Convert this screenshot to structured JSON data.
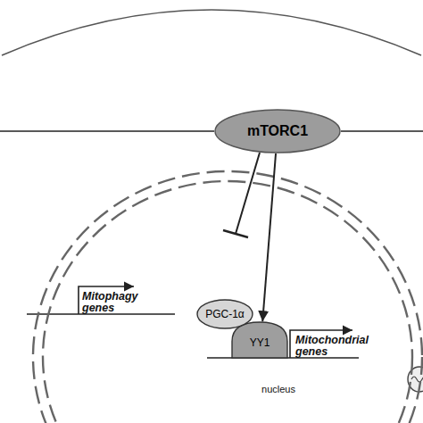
{
  "diagram": {
    "nodes": [
      {
        "text": [
          "mTORC1"
        ]
      },
      {
        "text": [
          "nucleus"
        ]
      },
      {
        "text": [
          "PGC-1α"
        ],
        "in": 1
      },
      {
        "text": [
          "YY1"
        ],
        "in": 1
      }
    ],
    "edges": [
      {
        "from": 0,
        "to": 3,
        "arrow": "to"
      }
    ],
    "labels": [
      "Mitophagy genes",
      "Mitochondrial genes"
    ]
  }
}
